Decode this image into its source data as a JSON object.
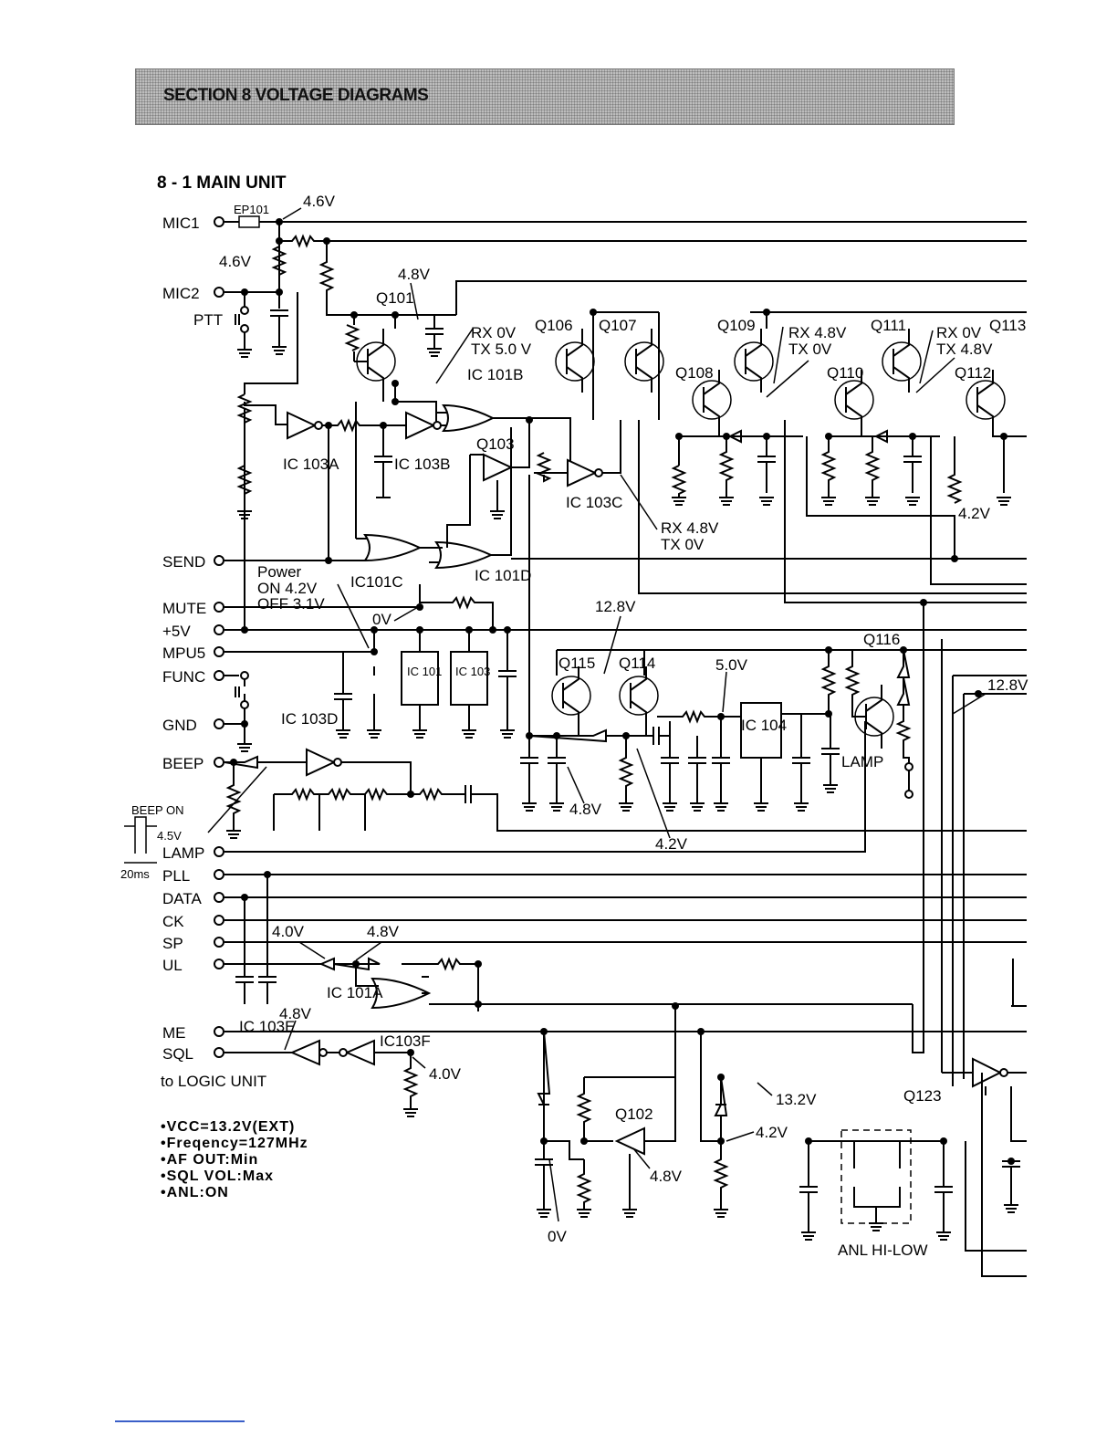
{
  "header": {
    "section_title": "SECTION 8   VOLTAGE DIAGRAMS",
    "unit_title": "8 - 1  MAIN UNIT"
  },
  "terminals": [
    {
      "id": "mic1",
      "label": "MIC1"
    },
    {
      "id": "mic2",
      "label": "MIC2"
    },
    {
      "id": "ptt",
      "label": "PTT"
    },
    {
      "id": "send",
      "label": "SEND"
    },
    {
      "id": "mute",
      "label": "MUTE"
    },
    {
      "id": "v5",
      "label": "+5V"
    },
    {
      "id": "mpu5",
      "label": "MPU5"
    },
    {
      "id": "func",
      "label": "FUNC"
    },
    {
      "id": "gnd",
      "label": "GND"
    },
    {
      "id": "beep",
      "label": "BEEP"
    },
    {
      "id": "lamp",
      "label": "LAMP"
    },
    {
      "id": "pll",
      "label": "PLL"
    },
    {
      "id": "data",
      "label": "DATA"
    },
    {
      "id": "ck",
      "label": "CK"
    },
    {
      "id": "sp",
      "label": "SP"
    },
    {
      "id": "ul",
      "label": "UL"
    },
    {
      "id": "me",
      "label": "ME"
    },
    {
      "id": "sql",
      "label": "SQL"
    }
  ],
  "to_logic_unit": "to LOGIC UNIT",
  "transistors": [
    {
      "id": "q101",
      "label": "Q101"
    },
    {
      "id": "q102",
      "label": "Q102"
    },
    {
      "id": "q103",
      "label": "Q103"
    },
    {
      "id": "q106",
      "label": "Q106"
    },
    {
      "id": "q107",
      "label": "Q107"
    },
    {
      "id": "q108",
      "label": "Q108"
    },
    {
      "id": "q109",
      "label": "Q109"
    },
    {
      "id": "q110",
      "label": "Q110"
    },
    {
      "id": "q111",
      "label": "Q111"
    },
    {
      "id": "q112",
      "label": "Q112"
    },
    {
      "id": "q113",
      "label": "Q113"
    },
    {
      "id": "q114",
      "label": "Q114"
    },
    {
      "id": "q115",
      "label": "Q115"
    },
    {
      "id": "q116",
      "label": "Q116"
    },
    {
      "id": "q123",
      "label": "Q123"
    }
  ],
  "ics": [
    {
      "id": "ic101",
      "label": "IC 101"
    },
    {
      "id": "ic103",
      "label": "IC 103"
    },
    {
      "id": "ic104",
      "label": "IC 104"
    },
    {
      "id": "ic101a",
      "label": "IC 101A"
    },
    {
      "id": "ic101b",
      "label": "IC 101B"
    },
    {
      "id": "ic101c",
      "label": "IC101C"
    },
    {
      "id": "ic101d",
      "label": "IC 101D"
    },
    {
      "id": "ic103a",
      "label": "IC 103A"
    },
    {
      "id": "ic103b",
      "label": "IC 103B"
    },
    {
      "id": "ic103c",
      "label": "IC 103C"
    },
    {
      "id": "ic103d",
      "label": "IC 103D"
    },
    {
      "id": "ic103e",
      "label": "IC 103E"
    },
    {
      "id": "ic103f",
      "label": "IC103F"
    }
  ],
  "voltages": {
    "mic1": "4.6V",
    "mic2": "4.6V",
    "q101": "4.8V",
    "rx_tx_1": [
      "RX 0V",
      "TX 5.0 V"
    ],
    "rx_tx_2": [
      "RX  4.8V",
      "TX  0V"
    ],
    "rx_tx_3": [
      "RX 0V",
      "TX 4.8V"
    ],
    "rx_tx_4": [
      "RX 4.8V",
      "TX 0V"
    ],
    "power": [
      "Power",
      "ON 4.2V",
      "OFF 3.1V"
    ],
    "ov_mute": "0V",
    "v128": "12.8V",
    "v50": "5.0V",
    "v128b": "12.8V",
    "v42a": "4.2V",
    "v48a": "4.8V",
    "v42b": "4.2V",
    "v40a": "4.0V",
    "v48b": "4.8V",
    "v48c": "4.8V",
    "v40b": "4.0V",
    "v132": "13.2V",
    "v42c": "4.2V",
    "v48d": "4.8V",
    "ov_d103": "0V",
    "beep_45": "4.5V"
  },
  "beep_note": {
    "beep_on": "BEEP ON",
    "ms": "20ms"
  },
  "labels": {
    "lamp_sw": "LAMP",
    "anl_hi_low": "ANL  HI-LOW",
    "ep101": "EP101"
  },
  "conditions": [
    "•VCC=13.2V(EXT)",
    "•Freqency=127MHz",
    "•AF OUT:Min",
    "•SQL VOL:Max",
    "•ANL:ON"
  ]
}
